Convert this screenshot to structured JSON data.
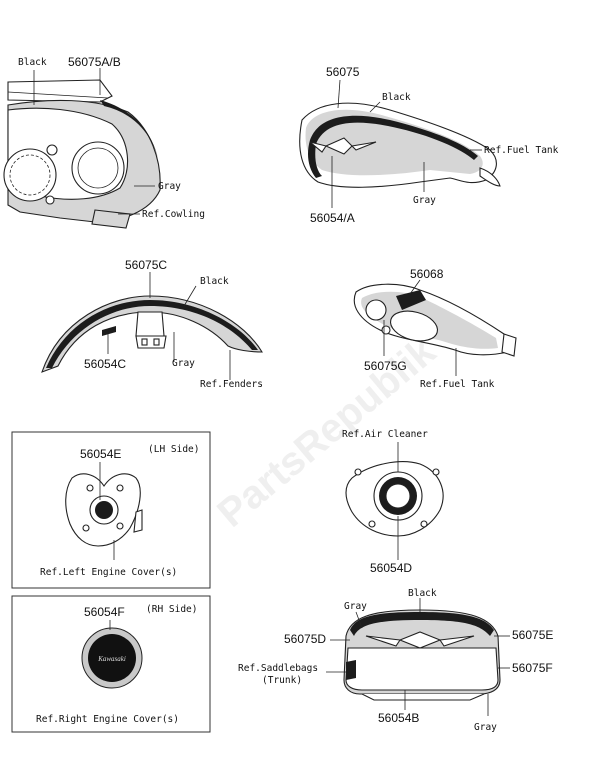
{
  "watermark": "PartsRepublik",
  "cowling": {
    "label_black": "Black",
    "part_56075ab": "56075A/B",
    "label_gray": "Gray",
    "ref": "Ref.Cowling"
  },
  "fuel_tank_top": {
    "part_56075": "56075",
    "label_black": "Black",
    "ref": "Ref.Fuel Tank",
    "label_gray": "Gray",
    "part_56054a": "56054/A"
  },
  "fender": {
    "part_56075c": "56075C",
    "label_black": "Black",
    "part_56054c": "56054C",
    "label_gray": "Gray",
    "ref": "Ref.Fenders"
  },
  "fuel_tank_rear": {
    "part_56068": "56068",
    "part_56075g": "56075G",
    "ref": "Ref.Fuel Tank"
  },
  "lh_cover": {
    "part_56054e": "56054E",
    "side": "(LH Side)",
    "ref": "Ref.Left Engine Cover(s)"
  },
  "rh_cover": {
    "part_56054f": "56054F",
    "side": "(RH Side)",
    "ref": "Ref.Right Engine Cover(s)",
    "emblem_text": "Kawasaki"
  },
  "air_cleaner": {
    "ref": "Ref.Air Cleaner",
    "part_56054d": "56054D"
  },
  "saddlebag": {
    "label_gray_top": "Gray",
    "label_black": "Black",
    "part_56075d": "56075D",
    "part_56075e": "56075E",
    "ref_line1": "Ref.Saddlebags",
    "ref_line2": "(Trunk)",
    "part_56075f": "56075F",
    "part_56054b": "56054B",
    "label_gray_bottom": "Gray"
  }
}
